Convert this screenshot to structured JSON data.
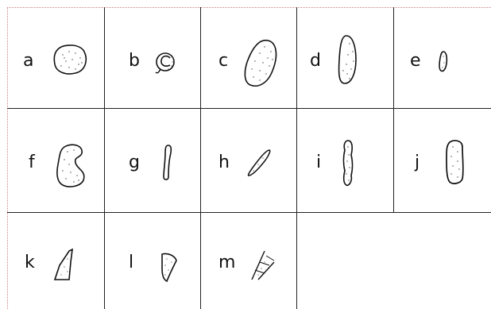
{
  "cells": [
    {
      "label": "a",
      "shape": "round-oval"
    },
    {
      "label": "b",
      "shape": "coiled-ring"
    },
    {
      "label": "c",
      "shape": "large-oval"
    },
    {
      "label": "d",
      "shape": "tall-oval"
    },
    {
      "label": "e",
      "shape": "small-narrow-oval"
    },
    {
      "label": "f",
      "shape": "kidney"
    },
    {
      "label": "g",
      "shape": "thin-rod"
    },
    {
      "label": "h",
      "shape": "diagonal-needle"
    },
    {
      "label": "i",
      "shape": "lumpy-rod"
    },
    {
      "label": "j",
      "shape": "rounded-rectangle"
    },
    {
      "label": "k",
      "shape": "angular-fragment"
    },
    {
      "label": "l",
      "shape": "wedge"
    },
    {
      "label": "m",
      "shape": "hatched-fragment"
    }
  ]
}
